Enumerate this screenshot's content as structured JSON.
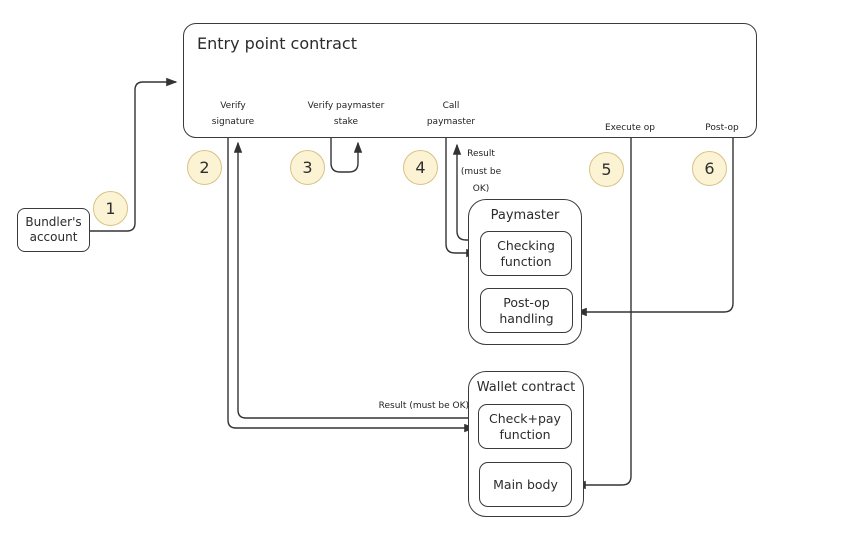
{
  "entry_point": {
    "title": "Entry point contract",
    "ports": [
      {
        "id": "verify-signature",
        "lines": [
          "Verify",
          "signature"
        ]
      },
      {
        "id": "verify-paymaster-stake",
        "lines": [
          "Verify paymaster",
          "stake"
        ]
      },
      {
        "id": "call-paymaster",
        "lines": [
          "Call",
          "paymaster"
        ]
      },
      {
        "id": "execute-op",
        "lines": [
          "Execute op"
        ]
      },
      {
        "id": "post-op",
        "lines": [
          "Post-op"
        ]
      }
    ]
  },
  "bundler": {
    "lines": [
      "Bundler's",
      "account"
    ]
  },
  "steps": [
    "1",
    "2",
    "3",
    "4",
    "5",
    "6"
  ],
  "paymaster": {
    "title": "Paymaster",
    "nodes": [
      {
        "id": "checking-function",
        "lines": [
          "Checking",
          "function"
        ]
      },
      {
        "id": "post-op-handling",
        "lines": [
          "Post-op",
          "handling"
        ]
      }
    ]
  },
  "wallet": {
    "title": "Wallet contract",
    "nodes": [
      {
        "id": "check-pay-function",
        "lines": [
          "Check+pay",
          "function"
        ]
      },
      {
        "id": "main-body",
        "lines": [
          "Main body"
        ]
      }
    ]
  },
  "annotations": {
    "paymaster_result": {
      "lines": [
        "Result",
        "(must be",
        "OK)"
      ]
    },
    "wallet_result": "Result (must be OK)"
  },
  "colors": {
    "step_circle_fill": "#fcf3d4",
    "step_circle_border": "#d8c284",
    "connector_line": "#333333",
    "box_border": "#3a3a3a",
    "background": "#ffffff"
  }
}
